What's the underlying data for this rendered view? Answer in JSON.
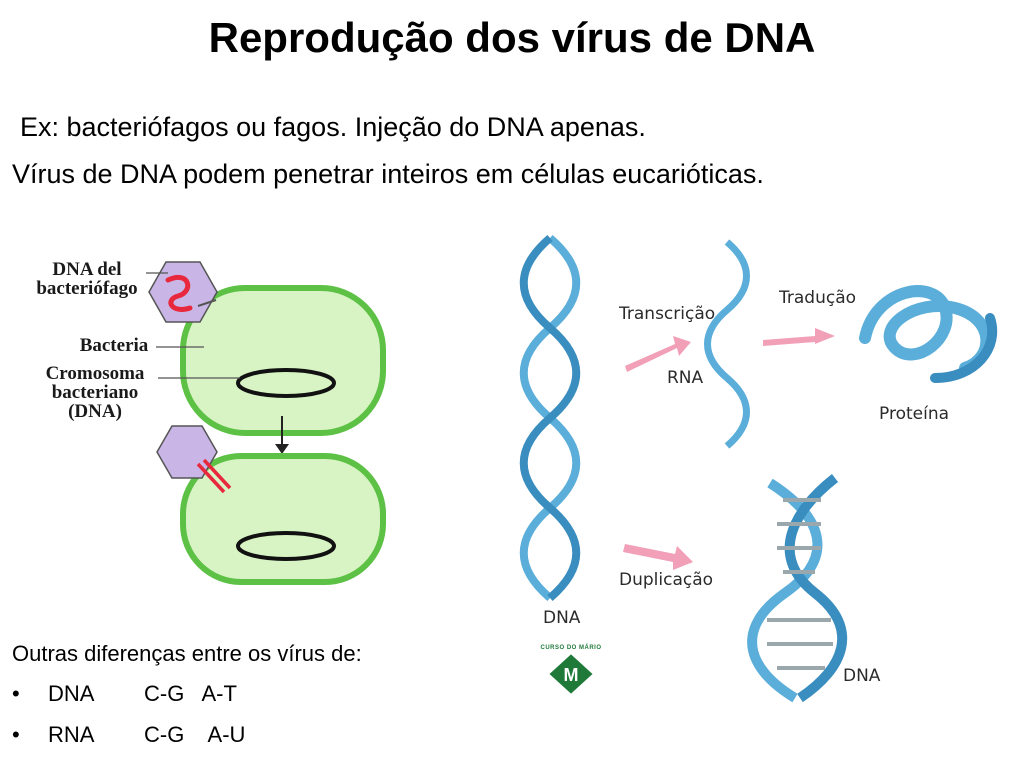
{
  "slide": {
    "title": "Reprodução dos vírus de DNA",
    "line1": "Ex: bacteriófagos ou fagos. Injeção do DNA apenas.",
    "line2": "Vírus de DNA podem penetrar inteiros em células eucarióticas."
  },
  "bacteria_figure": {
    "label_phage_dna_1": "DNA del",
    "label_phage_dna_2": "bacteriófago",
    "label_bacteria": "Bacteria",
    "label_chrom_1": "Cromosoma",
    "label_chrom_2": "bacteriano",
    "label_chrom_3": "(DNA)"
  },
  "dna_figure": {
    "label_dna_main": "DNA",
    "label_transcription": "Transcrição",
    "label_rna": "RNA",
    "label_translation": "Tradução",
    "label_protein": "Proteína",
    "label_duplication": "Duplicação",
    "label_dna_copy": "DNA"
  },
  "logo": {
    "text": "CURSO DO MÁRIO",
    "letter": "M"
  },
  "bottom": {
    "heading": "Outras diferenças entre os vírus de:",
    "bullet": "•",
    "items": [
      {
        "label": "DNA",
        "pairs": "C-G   A-T"
      },
      {
        "label": "RNA",
        "pairs": "C-G    A-U"
      }
    ]
  },
  "colors": {
    "bacteria_fill": "#d8f3c4",
    "bacteria_stroke": "#5cc144",
    "phage": "#c9b6e6",
    "phage_dna": "#e8283c",
    "helix": "#5aaed9",
    "arrow": "#f2a0b8",
    "logo_green": "#1f7a3a"
  }
}
